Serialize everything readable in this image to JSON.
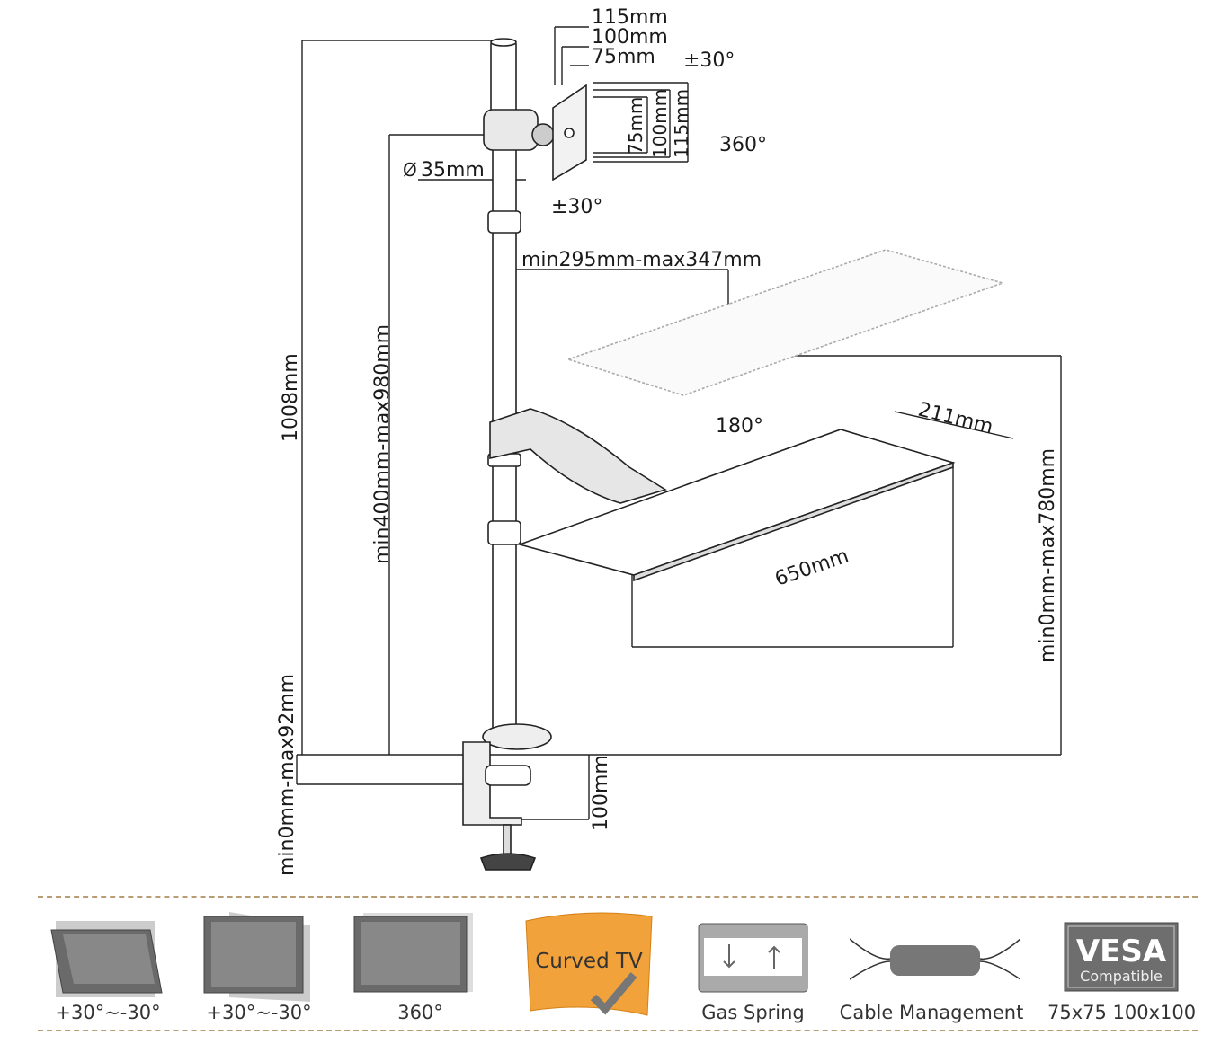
{
  "dimensions": {
    "vesa_115": "115mm",
    "vesa_100": "100mm",
    "vesa_75": "75mm",
    "vesa_75_v": "75mm",
    "vesa_100_v": "100mm",
    "vesa_115_v": "115mm",
    "tilt_top": "±30°",
    "tilt_bottom": "±30°",
    "rotate_360": "360°",
    "pole_diameter": "35mm",
    "arm_reach": "min295mm-max347mm",
    "total_height": "1008mm",
    "head_height": "min400mm-max980mm",
    "swivel": "180°",
    "shelf_depth": "211mm",
    "shelf_width": "650mm",
    "shelf_height": "min0mm-max780mm",
    "clamp_range": "min0mm-max92mm",
    "clamp_depth": "100mm",
    "diameter_symbol": "Ø"
  },
  "features": [
    {
      "label": "+30°~-30°",
      "icon": "tilt-icon"
    },
    {
      "label": "+30°~-30°",
      "icon": "swivel-icon"
    },
    {
      "label": "360°",
      "icon": "rotation-icon"
    },
    {
      "label": "",
      "icon": "curved-tv-icon",
      "badge": "Curved TV"
    },
    {
      "label": "Gas Spring",
      "icon": "gas-spring-icon"
    },
    {
      "label": "Cable Management",
      "icon": "cable-management-icon"
    },
    {
      "label": "75x75 100x100",
      "icon": "vesa-icon",
      "badge_main": "VESA",
      "badge_sub": "Compatible"
    }
  ],
  "colors": {
    "divider": "#b89c74",
    "curved_badge": "#f2a23a",
    "vesa_badge": "#6e6e6e"
  }
}
